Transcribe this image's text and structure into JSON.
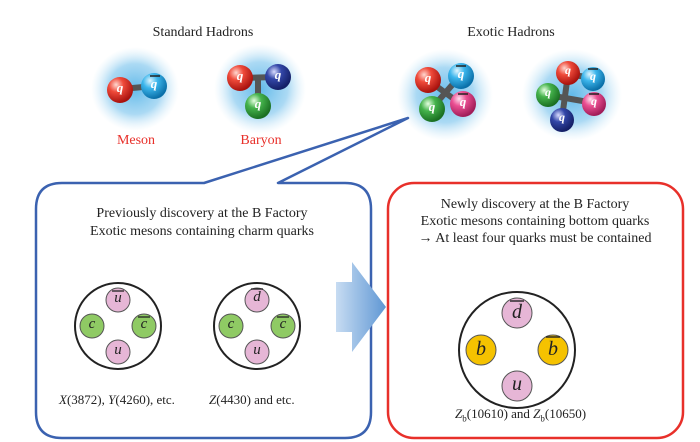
{
  "top": {
    "standard_title": "Standard Hadrons",
    "exotic_title": "Exotic Hadrons",
    "meson_label": "Meson",
    "baryon_label": "Baryon",
    "quark_letter": "q"
  },
  "left_panel": {
    "line1": "Previously discovery at the B Factory",
    "line2": "Exotic mesons containing charm quarks",
    "cap1_a": "X",
    "cap1_b": "(3872), ",
    "cap1_c": "Y",
    "cap1_d": "(4260), etc.",
    "cap2_a": "Z",
    "cap2_b": "(4430) and etc.",
    "quarks_left": [
      "u",
      "c",
      "c",
      "u"
    ],
    "quarks_right": [
      "d",
      "c",
      "c",
      "u"
    ]
  },
  "right_panel": {
    "line1": "Newly discovery at the B Factory",
    "line2": "Exotic mesons containing bottom quarks",
    "line3": "→ At least four quarks must be contained",
    "quarks": [
      "d",
      "b",
      "b",
      "u"
    ],
    "cap_a": "Z",
    "cap_sub1": "b",
    "cap_b": "(10610) and ",
    "cap_c": "Z",
    "cap_sub2": "b",
    "cap_d": "(10650)"
  },
  "colors": {
    "left_border": "#3b62b0",
    "right_border": "#e8302a",
    "quark_red": "#e8302a",
    "quark_blue": "#2aa7e0",
    "quark_green": "#3aa545",
    "quark_pink": "#e0428a",
    "quark_navy": "#2a3f9a",
    "pink_fill": "#e6b6d6",
    "green_fill": "#8fca64",
    "gold_fill": "#f5c200",
    "arrow": "#5f97d4"
  }
}
